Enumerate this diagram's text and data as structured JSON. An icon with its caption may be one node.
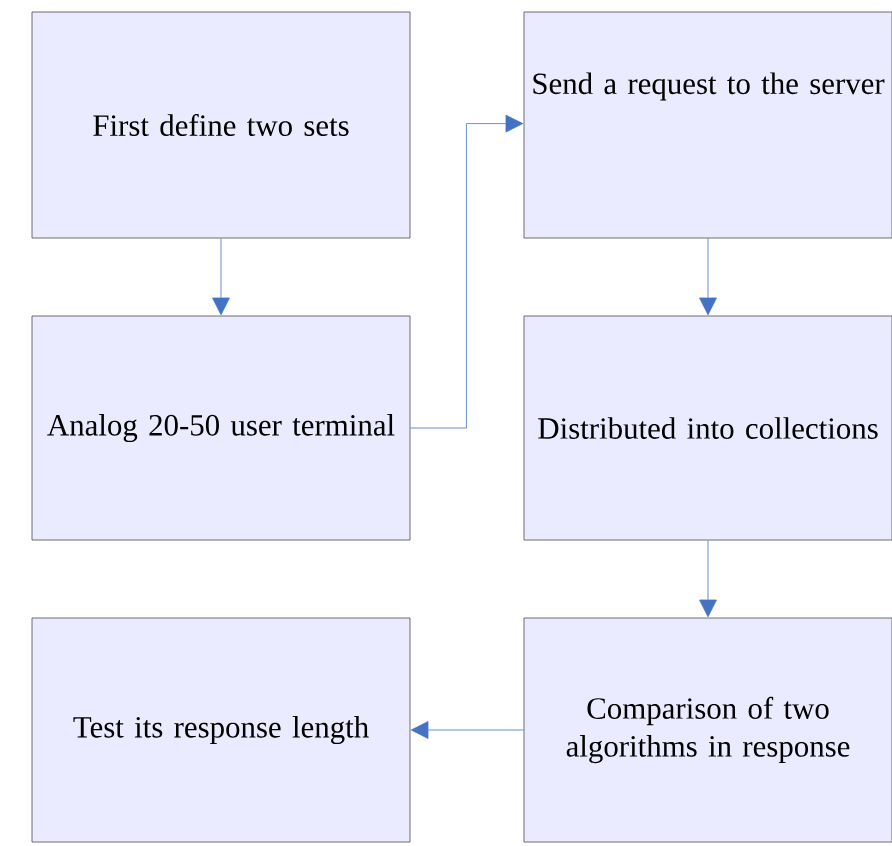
{
  "diagram": {
    "nodes": [
      {
        "text": [
          "First define two sets"
        ]
      },
      {
        "text": [
          "Analog 20-50 user terminal"
        ]
      },
      {
        "text": [
          "Send a request to the server"
        ]
      },
      {
        "text": [
          "Distributed into collections"
        ]
      },
      {
        "text": [
          "Comparison of two algorithms in response"
        ]
      },
      {
        "text": [
          "Test its response length"
        ]
      }
    ],
    "edges": [
      {
        "from": 0,
        "to": 1,
        "arrow": "to"
      },
      {
        "from": 1,
        "to": 2,
        "arrow": "to"
      },
      {
        "from": 2,
        "to": 3,
        "arrow": "to"
      },
      {
        "from": 3,
        "to": 4,
        "arrow": "to"
      },
      {
        "from": 4,
        "to": 5,
        "arrow": "to"
      }
    ]
  }
}
